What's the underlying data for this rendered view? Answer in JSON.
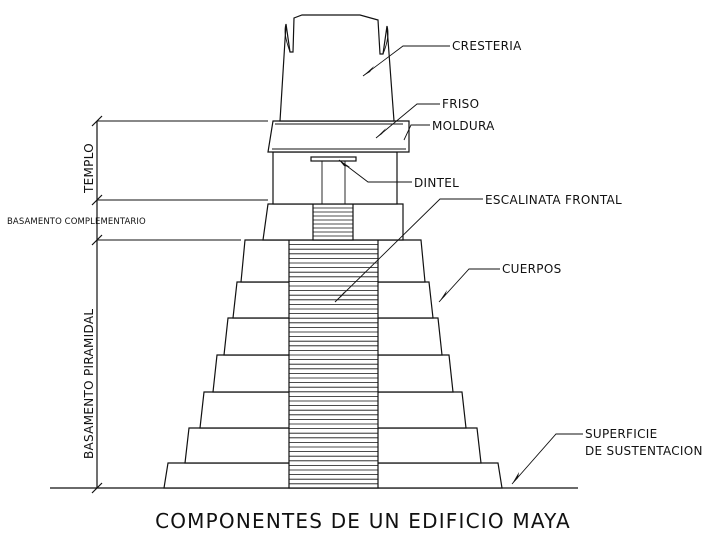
{
  "labels": {
    "cresteria": "CRESTERIA",
    "friso": "FRISO",
    "moldura": "MOLDURA",
    "dintel": "DINTEL",
    "escalinata": "ESCALINATA FRONTAL",
    "cuerpos": "CUERPOS",
    "superficie_1": "SUPERFICIE",
    "superficie_2": "DE SUSTENTACION",
    "templo": "TEMPLO",
    "basamento_complementario": "BASAMENTO COMPLEMENTARIO",
    "basamento_piramidal": "BASAMENTO PIRAMIDAL"
  },
  "caption": "COMPONENTES DE UN EDIFICIO MAYA"
}
